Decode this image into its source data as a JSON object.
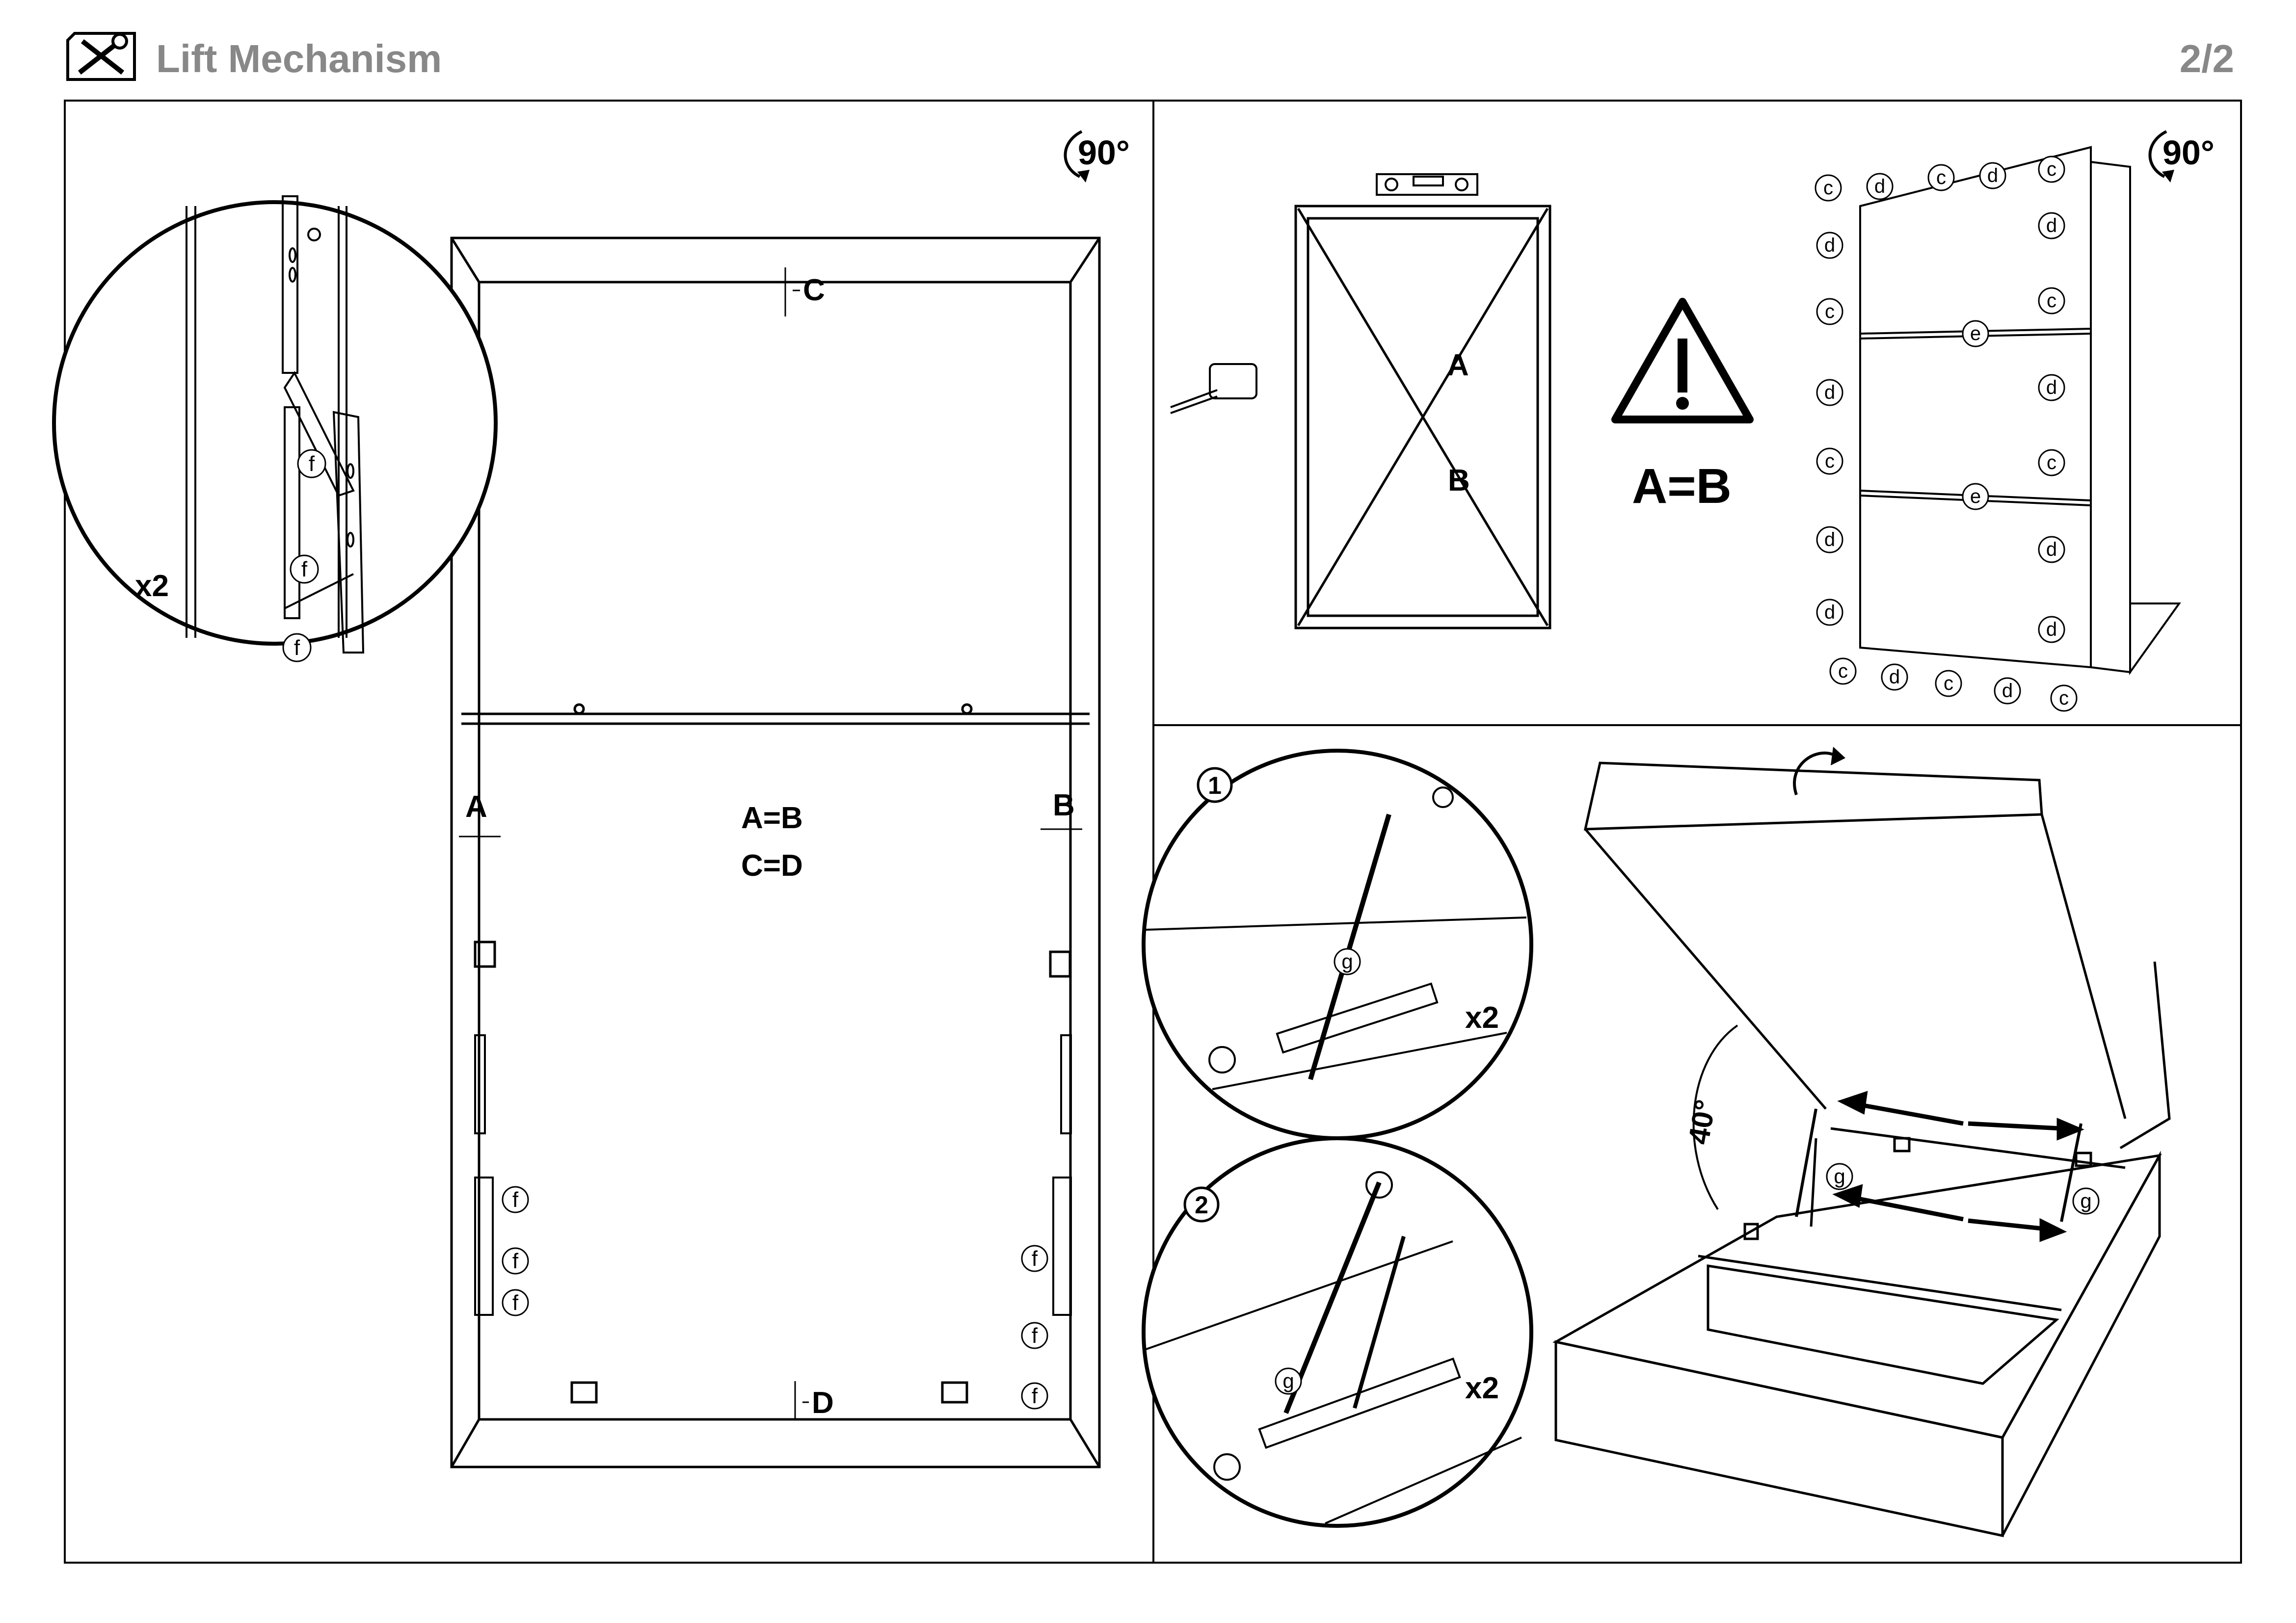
{
  "header": {
    "title": "Lift Mechanism",
    "page": "2/2",
    "icon": "tools-icon"
  },
  "panel_left": {
    "rotate_label": "90°",
    "detail_multiplier": "x2",
    "gap_top": "C",
    "gap_bottom": "D",
    "gap_left": "A",
    "gap_right": "B",
    "eq1": "A=B",
    "eq2": "C=D",
    "part": "f"
  },
  "panel_top_right": {
    "rotate_label": "90°",
    "diag_a": "A",
    "diag_b": "B",
    "warning_eq": "A=B",
    "labels_top": [
      "c",
      "d",
      "c",
      "d",
      "c"
    ],
    "labels_left": [
      "d",
      "c",
      "d",
      "c",
      "d",
      "d"
    ],
    "labels_right": [
      "d",
      "c",
      "d",
      "c",
      "d",
      "d"
    ],
    "labels_bottom": [
      "c",
      "d",
      "c",
      "d",
      "c"
    ],
    "slat_label": "e"
  },
  "panel_bottom_right": {
    "step1": "1",
    "step2": "2",
    "mult1": "x2",
    "mult2": "x2",
    "part_g": "g",
    "angle": "40°"
  }
}
